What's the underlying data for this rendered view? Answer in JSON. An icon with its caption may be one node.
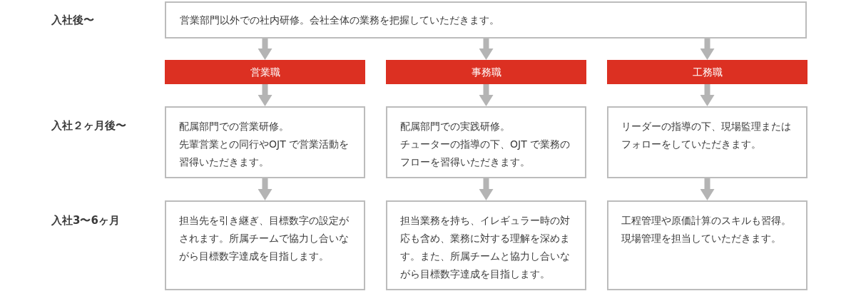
{
  "diagram": {
    "nodes": [
      {
        "text": [
          "営業部門以外での社内研修。会社全体の業務を把握していただきます。"
        ]
      },
      {
        "text": [
          "営業職"
        ]
      },
      {
        "text": [
          "事務職"
        ]
      },
      {
        "text": [
          "工務職"
        ]
      },
      {
        "text": [
          "配属部門での営業研修。",
          "先輩営業との同行やOJT で営業活動を習得いただきます。"
        ]
      },
      {
        "text": [
          "配属部門での実践研修。",
          "チューターの指導の下、OJT で業務のフローを習得いただきます。"
        ]
      },
      {
        "text": [
          "リーダーの指導の下、現場監理またはフォローをしていただきます。"
        ]
      },
      {
        "text": [
          "担当先を引き継ぎ、目標数字の設定がされます。所属チームで協力し合いながら目標数字達成を目指します。"
        ]
      },
      {
        "text": [
          "担当業務を持ち、イレギュラー時の対応も含め、業務に対する理解を深めます。また、所属チームと協力し合いながら目標数字達成を目指します。"
        ]
      },
      {
        "text": [
          "工程管理や原価計算のスキルも習得。現場管理を担当していただきます。"
        ]
      }
    ],
    "edges": [
      {
        "from": 0,
        "to": 1,
        "arrow": "to"
      },
      {
        "from": 0,
        "to": 2,
        "arrow": "to"
      },
      {
        "from": 0,
        "to": 3,
        "arrow": "to"
      },
      {
        "from": 1,
        "to": 4,
        "arrow": "to"
      },
      {
        "from": 2,
        "to": 5,
        "arrow": "to"
      },
      {
        "from": 3,
        "to": 6,
        "arrow": "to"
      },
      {
        "from": 4,
        "to": 7,
        "arrow": "to"
      },
      {
        "from": 5,
        "to": 8,
        "arrow": "to"
      },
      {
        "from": 6,
        "to": 9,
        "arrow": "to"
      }
    ],
    "labels": [
      "入社後〜",
      "入社２ヶ月後〜",
      "入社3〜6ヶ月"
    ]
  }
}
